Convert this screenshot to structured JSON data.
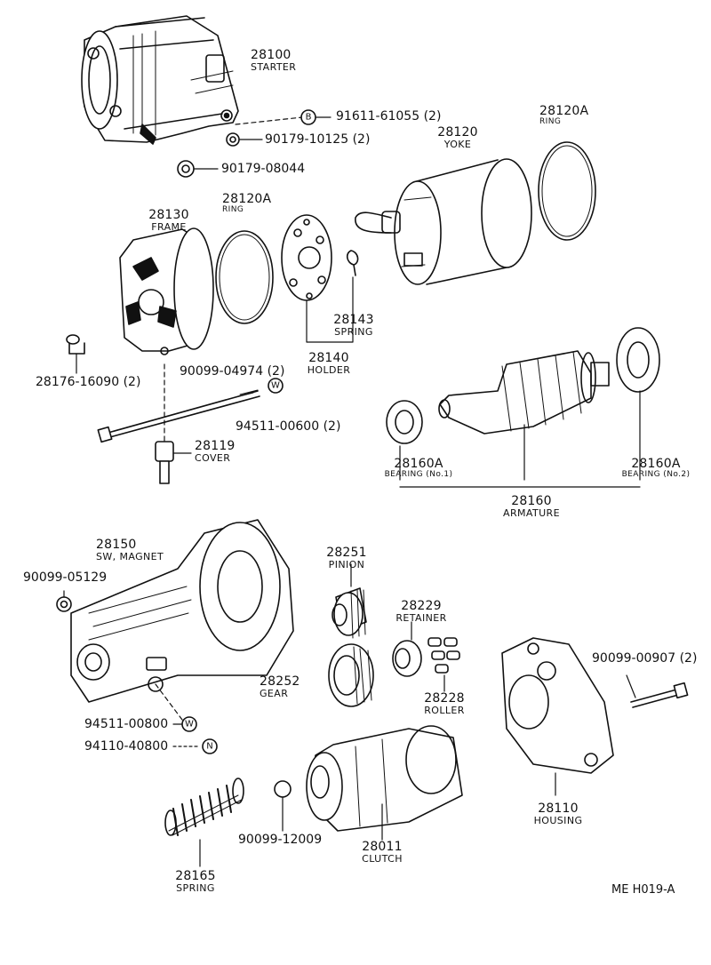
{
  "diagram_code": "ME H019-A",
  "parts": [
    {
      "id": "starter",
      "number": "28100",
      "name": "STARTER"
    },
    {
      "id": "yoke",
      "number": "28120",
      "name": "YOKE"
    },
    {
      "id": "ring-yoke",
      "number": "28120A",
      "name": "RING"
    },
    {
      "id": "frame",
      "number": "28130",
      "name": "FRAME"
    },
    {
      "id": "ring-frame",
      "number": "28120A",
      "name": "RING"
    },
    {
      "id": "holder",
      "number": "28140",
      "name": "HOLDER"
    },
    {
      "id": "spring-brush",
      "number": "28143",
      "name": "SPRING"
    },
    {
      "id": "cover",
      "number": "28119",
      "name": "COVER"
    },
    {
      "id": "bearing-1",
      "number": "28160A",
      "name": "BEARING (No.1)"
    },
    {
      "id": "bearing-2",
      "number": "28160A",
      "name": "BEARING (No.2)"
    },
    {
      "id": "armature",
      "number": "28160",
      "name": "ARMATURE"
    },
    {
      "id": "sw-magnet",
      "number": "28150",
      "name": "SW, MAGNET"
    },
    {
      "id": "pinion",
      "number": "28251",
      "name": "PINION"
    },
    {
      "id": "retainer",
      "number": "28229",
      "name": "RETAINER"
    },
    {
      "id": "gear",
      "number": "28252",
      "name": "GEAR"
    },
    {
      "id": "roller",
      "number": "28228",
      "name": "ROLLER"
    },
    {
      "id": "housing",
      "number": "28110",
      "name": "HOUSING"
    },
    {
      "id": "clutch",
      "number": "28011",
      "name": "CLUTCH"
    },
    {
      "id": "spring-clutch",
      "number": "28165",
      "name": "SPRING"
    }
  ],
  "hardware": [
    {
      "id": "hw-91611",
      "code": "91611-61055 (2)",
      "marker": "B"
    },
    {
      "id": "hw-90179-10125",
      "code": "90179-10125 (2)",
      "marker": ""
    },
    {
      "id": "hw-90179-08044",
      "code": "90179-08044",
      "marker": ""
    },
    {
      "id": "hw-28176",
      "code": "28176-16090 (2)",
      "marker": ""
    },
    {
      "id": "hw-90099-04974",
      "code": "90099-04974 (2)",
      "marker": ""
    },
    {
      "id": "hw-94511-00600",
      "code": "94511-00600 (2)",
      "marker": "W"
    },
    {
      "id": "hw-90099-05129",
      "code": "90099-05129",
      "marker": ""
    },
    {
      "id": "hw-94511-00800",
      "code": "94511-00800",
      "marker": "W"
    },
    {
      "id": "hw-94110-40800",
      "code": "94110-40800",
      "marker": "N"
    },
    {
      "id": "hw-90099-12009",
      "code": "90099-12009",
      "marker": ""
    },
    {
      "id": "hw-90099-00907",
      "code": "90099-00907 (2)",
      "marker": ""
    }
  ]
}
